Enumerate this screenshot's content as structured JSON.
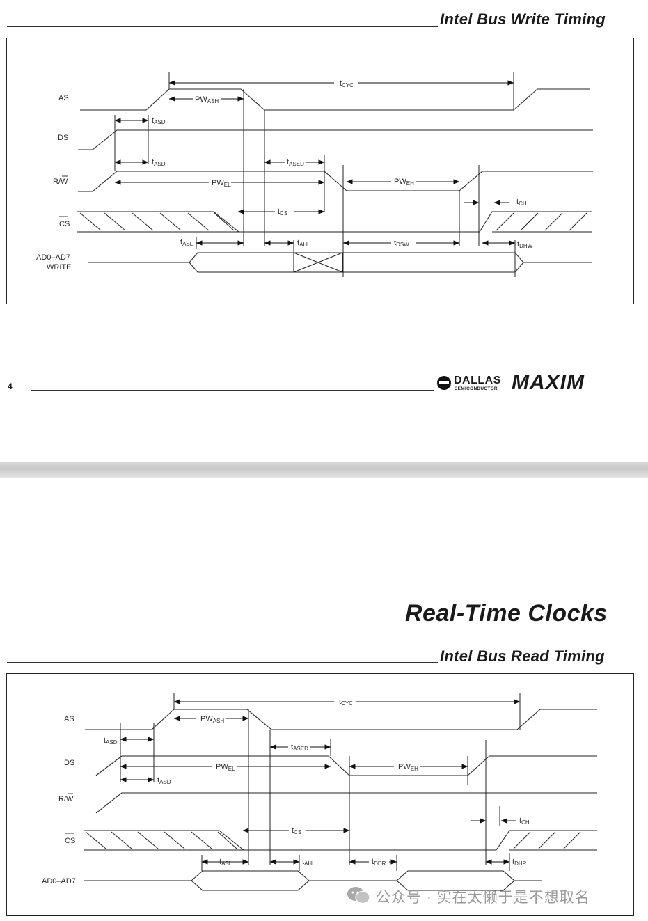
{
  "top_page": {
    "section_title": "Intel Bus Write Timing",
    "page_number": "4",
    "logo": {
      "dallas": "DALLAS",
      "semiconductor": "SEMICONDUCTOR",
      "maxim": "MAXIM"
    }
  },
  "write_diagram": {
    "signals": [
      "AS",
      "DS",
      "R/W",
      "CS",
      "AD0–AD7",
      "WRITE"
    ],
    "params": [
      "tCYC",
      "PWASH",
      "tASD",
      "tASD",
      "tASED",
      "PWEL",
      "PWEH",
      "tCS",
      "tCH",
      "tASL",
      "tAHL",
      "tDSW",
      "tDHW"
    ]
  },
  "bottom_page": {
    "big_title": "Real-Time Clocks",
    "section_title": "Intel Bus Read Timing"
  },
  "read_diagram": {
    "signals": [
      "AS",
      "DS",
      "R/W",
      "CS",
      "AD0–AD7"
    ],
    "params": [
      "tCYC",
      "PWASH",
      "tASD",
      "tASED",
      "PWEL",
      "tASD",
      "PWEH",
      "tCS",
      "tCH",
      "tASL",
      "tAHL",
      "tDDR",
      "tDHR"
    ]
  },
  "watermark": "公众号 · 实在太懒于是不想取名"
}
